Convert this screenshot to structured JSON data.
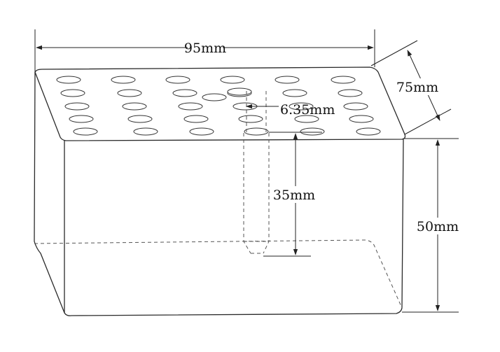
{
  "dimensions": {
    "width": "95mm",
    "depth": "75mm",
    "hole_diameter": "6.35mm",
    "hole_depth": "35mm",
    "height": "50mm"
  },
  "colors": {
    "line": "#333333",
    "background": "#ffffff"
  }
}
